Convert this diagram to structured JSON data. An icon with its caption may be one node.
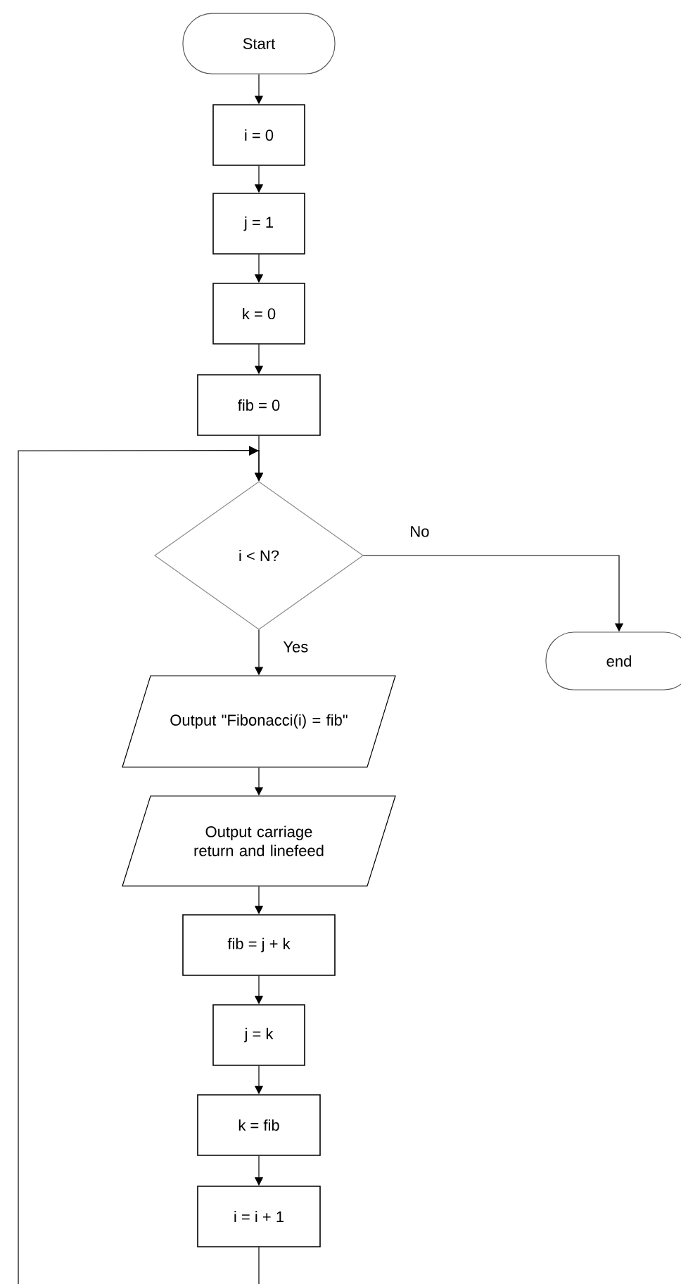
{
  "diagram": {
    "nodes": [
      {
        "text": [
          "Start"
        ]
      },
      {
        "text": [
          "i = 0"
        ]
      },
      {
        "text": [
          "j = 1"
        ]
      },
      {
        "text": [
          "k = 0"
        ]
      },
      {
        "text": [
          "fib = 0"
        ]
      },
      {
        "text": [
          "i < N?"
        ]
      },
      {
        "text": [
          "end"
        ]
      },
      {
        "text": [
          "Output \"Fibonacci(i) = fib\""
        ]
      },
      {
        "text": [
          "Output carriage return and linefeed"
        ]
      },
      {
        "text": [
          "fib = j + k"
        ]
      },
      {
        "text": [
          "j = k"
        ]
      },
      {
        "text": [
          "k = fib"
        ]
      },
      {
        "text": [
          "i = i + 1"
        ]
      }
    ],
    "edges": [
      {
        "from": 0,
        "to": 1,
        "arrow": "to"
      },
      {
        "from": 1,
        "to": 2,
        "arrow": "to"
      },
      {
        "from": 2,
        "to": 3,
        "arrow": "to"
      },
      {
        "from": 3,
        "to": 4,
        "arrow": "to"
      },
      {
        "from": 4,
        "to": 5,
        "arrow": "to"
      },
      {
        "from": 5,
        "to": 6,
        "label": "No",
        "arrow": "to"
      },
      {
        "from": 5,
        "to": 7,
        "label": "Yes",
        "arrow": "to"
      },
      {
        "from": 7,
        "to": 8,
        "arrow": "to"
      },
      {
        "from": 8,
        "to": 9,
        "arrow": "to"
      },
      {
        "from": 9,
        "to": 10,
        "arrow": "to"
      },
      {
        "from": 10,
        "to": 11,
        "arrow": "to"
      },
      {
        "from": 11,
        "to": 12,
        "arrow": "to"
      },
      {
        "from": 12,
        "to": 5,
        "arrow": "to"
      }
    ]
  }
}
